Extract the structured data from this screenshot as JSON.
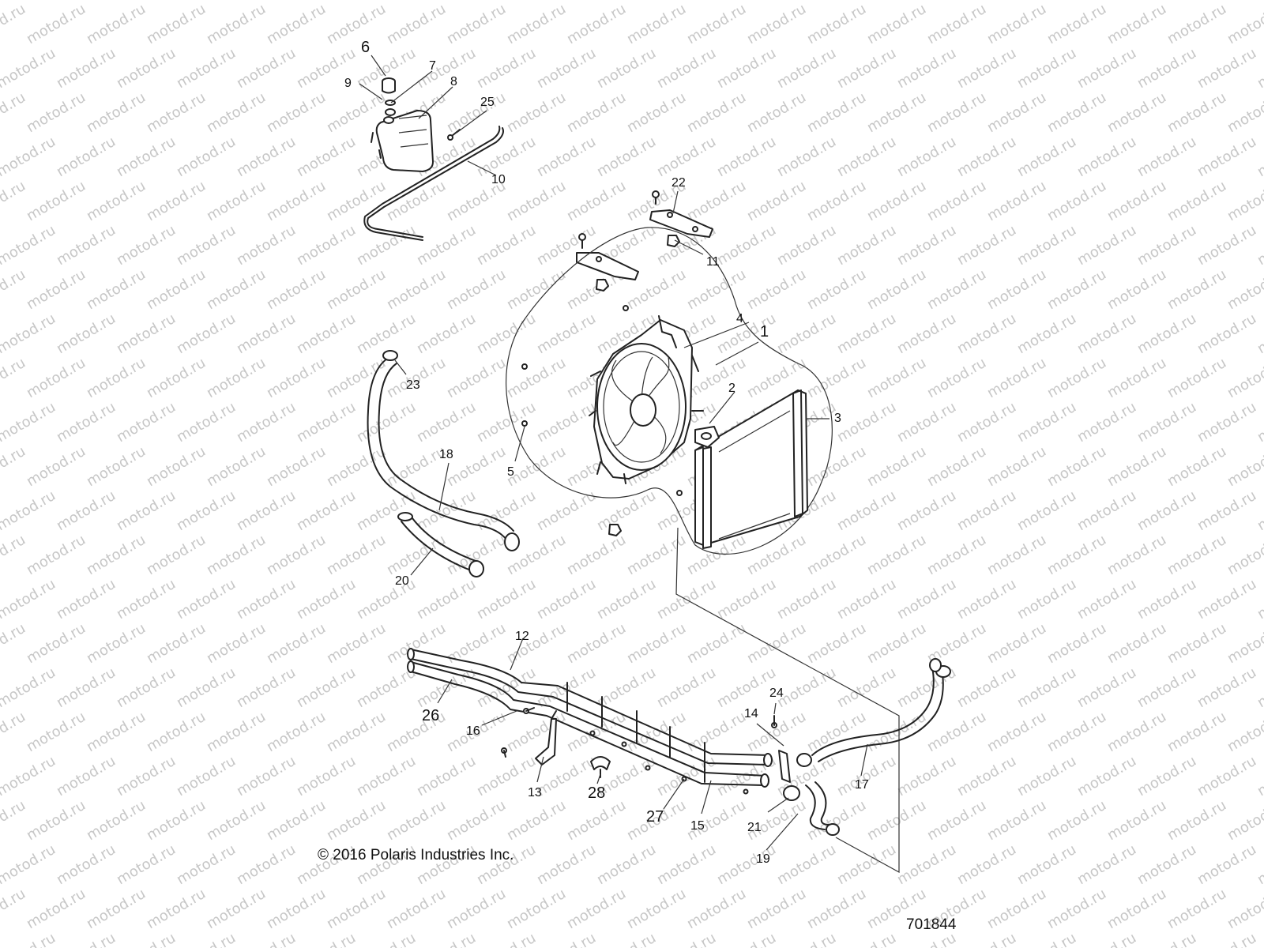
{
  "watermark": "motod.ru",
  "copyright": "© 2016 Polaris Industries Inc.",
  "document_number": "701844",
  "callouts": [
    "1",
    "2",
    "3",
    "4",
    "5",
    "6",
    "7",
    "8",
    "9",
    "10",
    "11",
    "12",
    "13",
    "14",
    "15",
    "16",
    "17",
    "18",
    "19",
    "20",
    "21",
    "22",
    "23",
    "24",
    "25",
    "26",
    "27",
    "28"
  ]
}
